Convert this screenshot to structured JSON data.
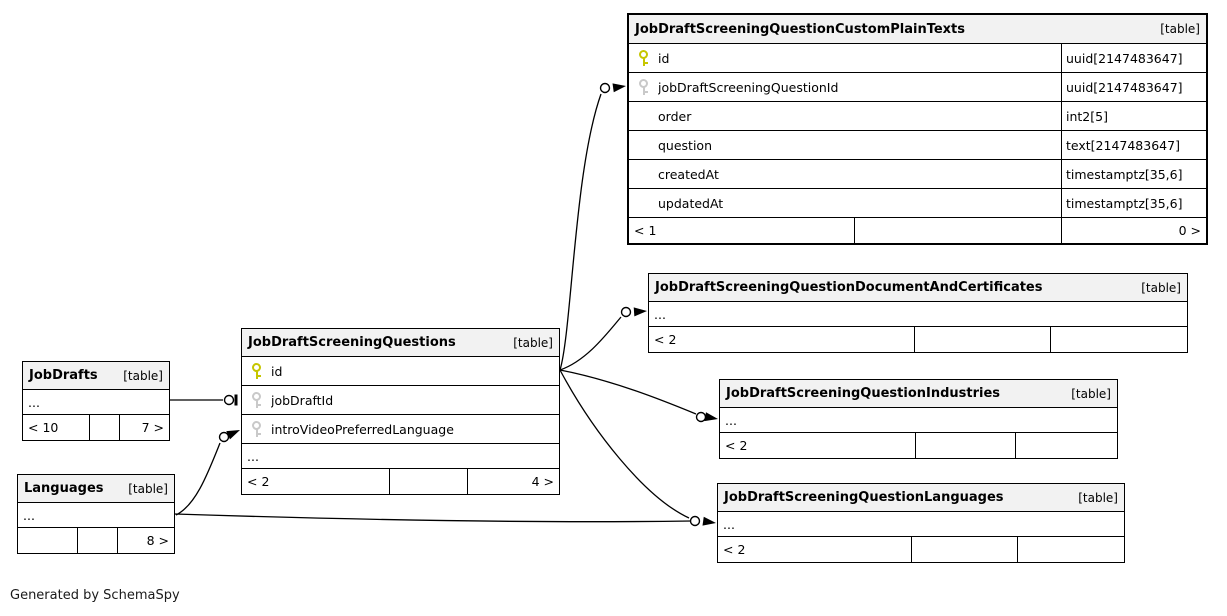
{
  "page": {
    "caption": "Generated by SchemaSpy"
  },
  "colors": {
    "header_bg": "#f2f2f2",
    "border": "#000000",
    "pk_key": "#c6c600",
    "fk_key": "#c9c9c9"
  },
  "tables": [
    {
      "title": "JobDraftScreeningQuestionCustomPlainTexts",
      "tag": "[table]",
      "focal": true,
      "columns": [
        {
          "icon": "primary-key-icon",
          "name": "id",
          "type": "uuid[2147483647]"
        },
        {
          "icon": "foreign-key-icon",
          "name": "jobDraftScreeningQuestionId",
          "type": "uuid[2147483647]"
        },
        {
          "icon": null,
          "name": "order",
          "type": "int2[5]"
        },
        {
          "icon": null,
          "name": "question",
          "type": "text[2147483647]"
        },
        {
          "icon": null,
          "name": "createdAt",
          "type": "timestamptz[35,6]"
        },
        {
          "icon": null,
          "name": "updatedAt",
          "type": "timestamptz[35,6]"
        }
      ],
      "footer": {
        "left": "< 1",
        "middle": "",
        "right": "0 >"
      }
    },
    {
      "title": "JobDraftScreeningQuestionDocumentAndCertificates",
      "tag": "[table]",
      "focal": false,
      "columns": [
        {
          "icon": null,
          "name": "...",
          "type": null
        }
      ],
      "footer": {
        "left": "< 2",
        "middle": "",
        "right": ""
      }
    },
    {
      "title": "JobDraftScreeningQuestionIndustries",
      "tag": "[table]",
      "focal": false,
      "columns": [
        {
          "icon": null,
          "name": "...",
          "type": null
        }
      ],
      "footer": {
        "left": "< 2",
        "middle": "",
        "right": ""
      }
    },
    {
      "title": "JobDraftScreeningQuestionLanguages",
      "tag": "[table]",
      "focal": false,
      "columns": [
        {
          "icon": null,
          "name": "...",
          "type": null
        }
      ],
      "footer": {
        "left": "< 2",
        "middle": "",
        "right": ""
      }
    },
    {
      "title": "JobDraftScreeningQuestions",
      "tag": "[table]",
      "focal": false,
      "columns": [
        {
          "icon": "primary-key-icon",
          "name": "id",
          "type": null
        },
        {
          "icon": "foreign-key-icon",
          "name": "jobDraftId",
          "type": null
        },
        {
          "icon": "foreign-key-icon",
          "name": "introVideoPreferredLanguage",
          "type": null
        },
        {
          "icon": null,
          "name": "...",
          "type": null
        }
      ],
      "footer": {
        "left": "< 2",
        "middle": "",
        "right": "4 >"
      }
    },
    {
      "title": "JobDrafts",
      "tag": "[table]",
      "focal": false,
      "columns": [
        {
          "icon": null,
          "name": "...",
          "type": null
        }
      ],
      "footer": {
        "left": "< 10",
        "middle": "",
        "right": "7 >"
      }
    },
    {
      "title": "Languages",
      "tag": "[table]",
      "focal": false,
      "columns": [
        {
          "icon": null,
          "name": "...",
          "type": null
        }
      ],
      "footer": {
        "left": "",
        "middle": "",
        "right": "8 >"
      }
    }
  ]
}
